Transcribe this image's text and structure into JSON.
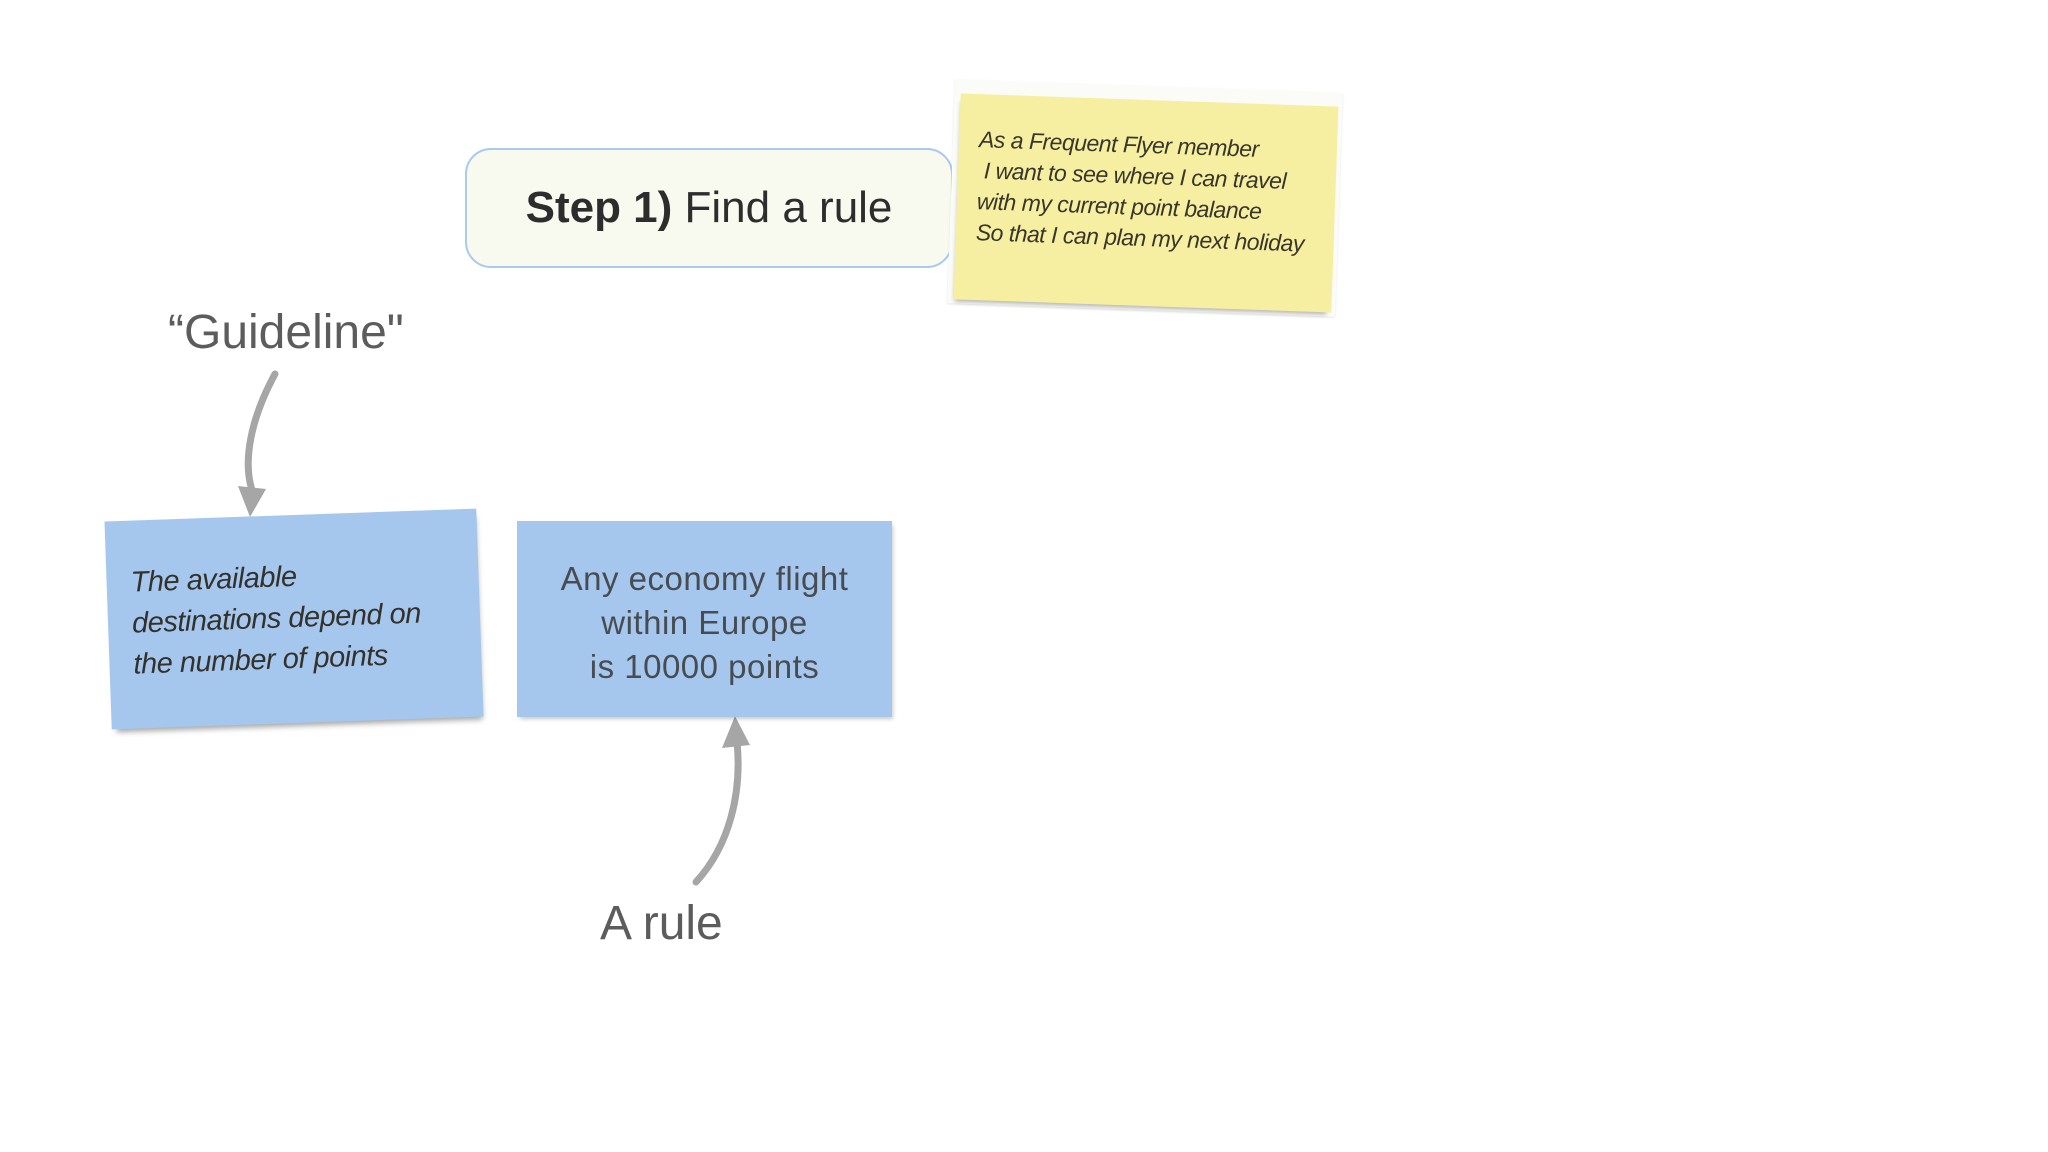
{
  "step_box": {
    "label_bold": "Step 1)",
    "label_rest": " Find a rule",
    "border_color": "#a9c9ee",
    "background": "#f8faf0"
  },
  "story_note": {
    "background": "#f6efa2",
    "lines": [
      "As a Frequent Flyer member",
      " I want to see where I can travel",
      "with my current point balance",
      "So that I can plan my next holiday"
    ]
  },
  "guideline_note": {
    "background": "#a6c7ed",
    "lines": [
      "The available",
      "destinations depend on",
      "the number of points"
    ]
  },
  "rule_note": {
    "background": "#a6c7ed",
    "lines": [
      "Any economy flight",
      "within Europe",
      "is 10000 points"
    ]
  },
  "labels": {
    "guideline": "“Guideline\"",
    "rule": "A rule"
  },
  "arrows": {
    "color": "#a6a6a6"
  }
}
